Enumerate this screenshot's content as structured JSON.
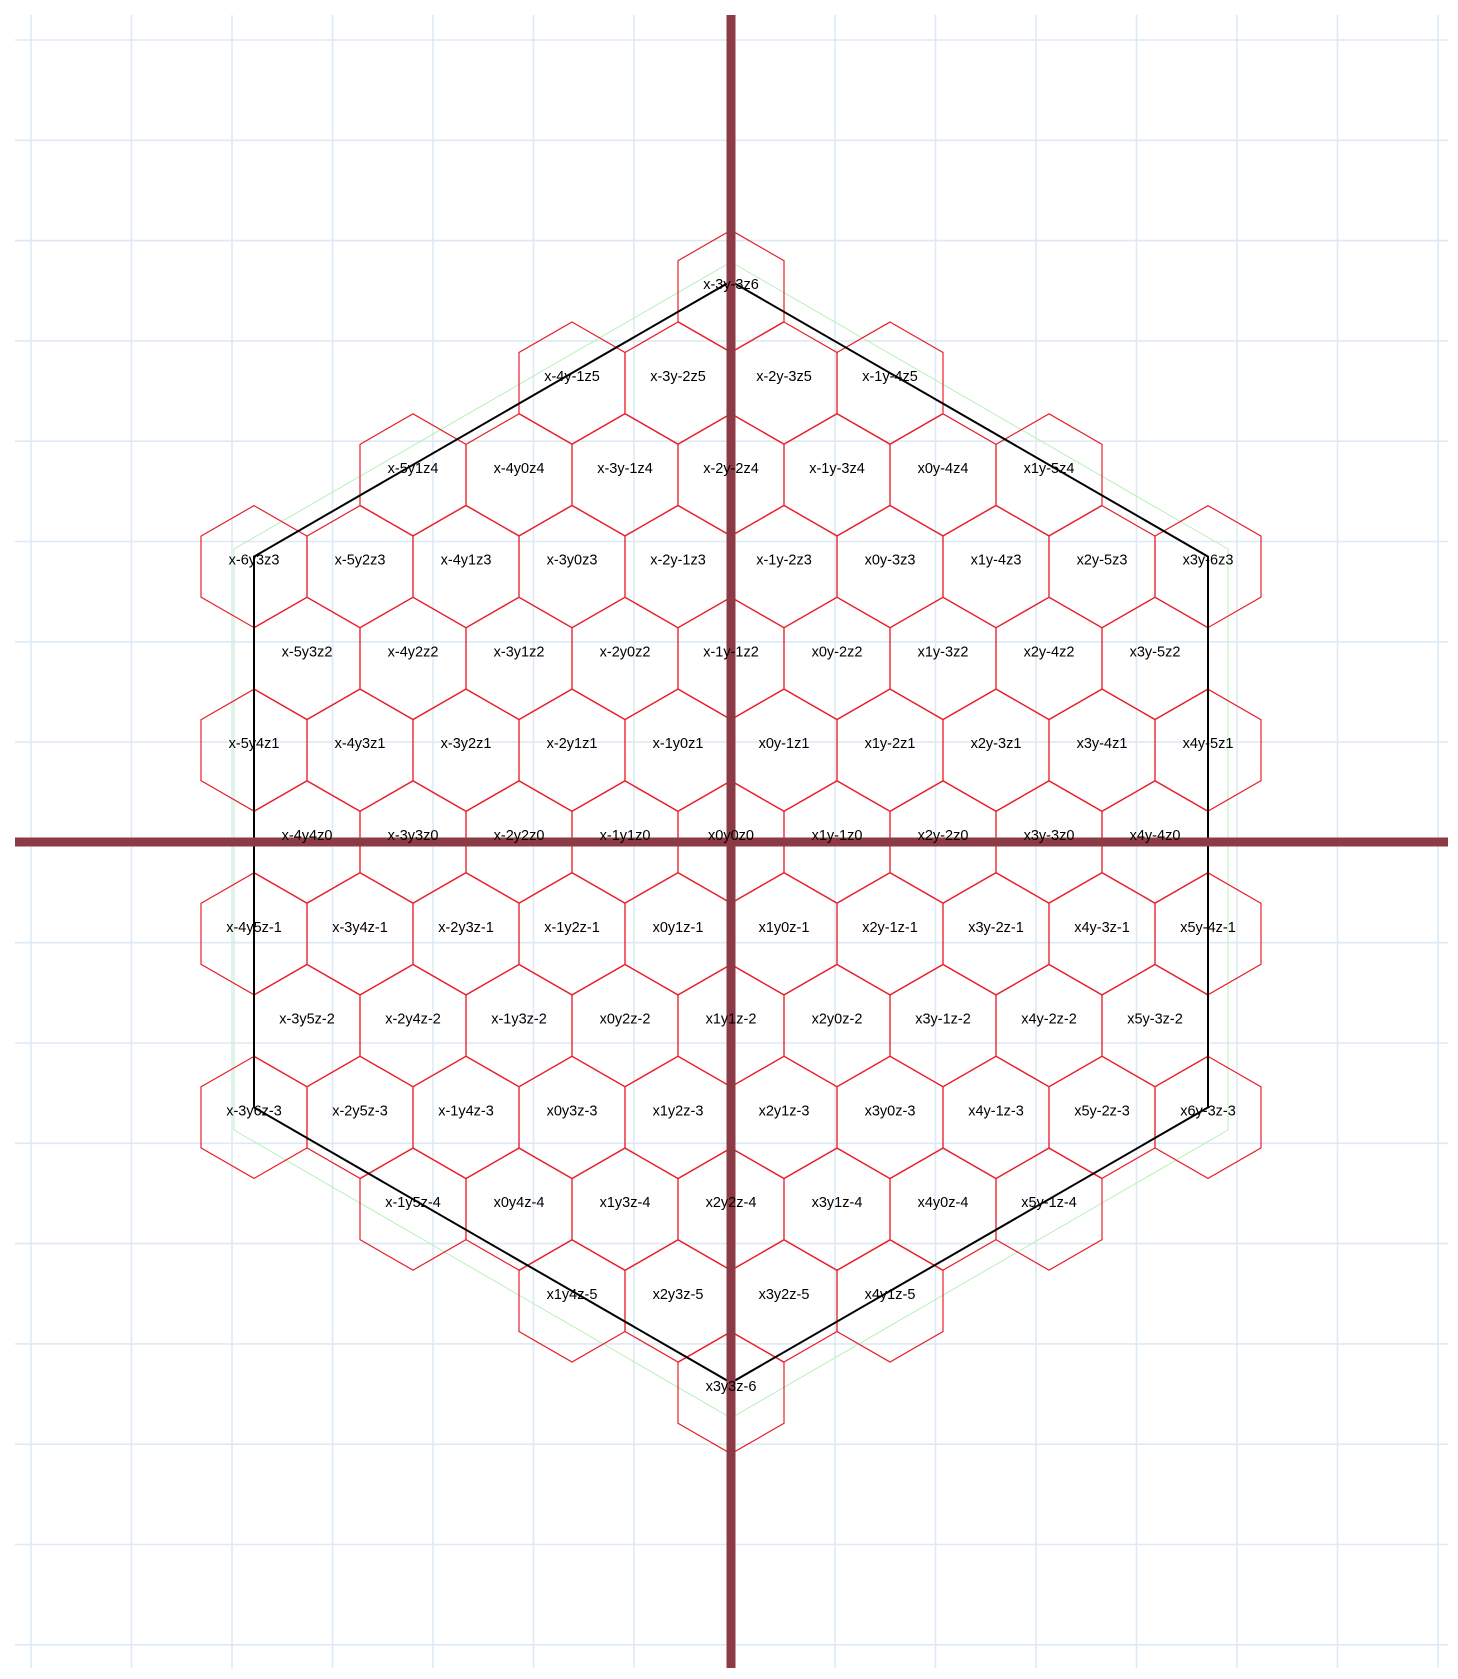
{
  "colors": {
    "background": "#ffffff",
    "grid": "#dde9f5",
    "axes": "#8b3a46",
    "hex_outline": "#e8202a",
    "region_outline": "#000000",
    "inner_guide": "#b8f0b8"
  },
  "hex_grid": {
    "coordinate_system": "cube",
    "radius": 6,
    "label_format": "x{x}y{y}z{z}",
    "cells": [
      {
        "x": -3,
        "y": -3,
        "z": 6,
        "label": "x-3y-3z6"
      },
      {
        "x": -4,
        "y": -1,
        "z": 5,
        "label": "x-4y-1z5"
      },
      {
        "x": -3,
        "y": -2,
        "z": 5,
        "label": "x-3y-2z5"
      },
      {
        "x": -2,
        "y": -3,
        "z": 5,
        "label": "x-2y-3z5"
      },
      {
        "x": -1,
        "y": -4,
        "z": 5,
        "label": "x-1y-4z5"
      },
      {
        "x": -5,
        "y": 1,
        "z": 4,
        "label": "x-5y1z4"
      },
      {
        "x": -4,
        "y": 0,
        "z": 4,
        "label": "x-4y0z4"
      },
      {
        "x": -3,
        "y": -1,
        "z": 4,
        "label": "x-3y-1z4"
      },
      {
        "x": -2,
        "y": -2,
        "z": 4,
        "label": "x-2y-2z4"
      },
      {
        "x": -1,
        "y": -3,
        "z": 4,
        "label": "x-1y-3z4"
      },
      {
        "x": 0,
        "y": -4,
        "z": 4,
        "label": "x0y-4z4"
      },
      {
        "x": 1,
        "y": -5,
        "z": 4,
        "label": "x1y-5z4"
      },
      {
        "x": -6,
        "y": 3,
        "z": 3,
        "label": "x-6y3z3"
      },
      {
        "x": -5,
        "y": 2,
        "z": 3,
        "label": "x-5y2z3"
      },
      {
        "x": -4,
        "y": 1,
        "z": 3,
        "label": "x-4y1z3"
      },
      {
        "x": -3,
        "y": 0,
        "z": 3,
        "label": "x-3y0z3"
      },
      {
        "x": -2,
        "y": -1,
        "z": 3,
        "label": "x-2y-1z3"
      },
      {
        "x": -1,
        "y": -2,
        "z": 3,
        "label": "x-1y-2z3"
      },
      {
        "x": 0,
        "y": -3,
        "z": 3,
        "label": "x0y-3z3"
      },
      {
        "x": 1,
        "y": -4,
        "z": 3,
        "label": "x1y-4z3"
      },
      {
        "x": 2,
        "y": -5,
        "z": 3,
        "label": "x2y-5z3"
      },
      {
        "x": 3,
        "y": -6,
        "z": 3,
        "label": "x3y-6z3"
      },
      {
        "x": -5,
        "y": 3,
        "z": 2,
        "label": "x-5y3z2"
      },
      {
        "x": -4,
        "y": 2,
        "z": 2,
        "label": "x-4y2z2"
      },
      {
        "x": -3,
        "y": 1,
        "z": 2,
        "label": "x-3y1z2"
      },
      {
        "x": -2,
        "y": 0,
        "z": 2,
        "label": "x-2y0z2"
      },
      {
        "x": -1,
        "y": -1,
        "z": 2,
        "label": "x-1y-1z2"
      },
      {
        "x": 0,
        "y": -2,
        "z": 2,
        "label": "x0y-2z2"
      },
      {
        "x": 1,
        "y": -3,
        "z": 2,
        "label": "x1y-3z2"
      },
      {
        "x": 2,
        "y": -4,
        "z": 2,
        "label": "x2y-4z2"
      },
      {
        "x": 3,
        "y": -5,
        "z": 2,
        "label": "x3y-5z2"
      },
      {
        "x": -5,
        "y": 4,
        "z": 1,
        "label": "x-5y4z1"
      },
      {
        "x": -4,
        "y": 3,
        "z": 1,
        "label": "x-4y3z1"
      },
      {
        "x": -3,
        "y": 2,
        "z": 1,
        "label": "x-3y2z1"
      },
      {
        "x": -2,
        "y": 1,
        "z": 1,
        "label": "x-2y1z1"
      },
      {
        "x": -1,
        "y": 0,
        "z": 1,
        "label": "x-1y0z1"
      },
      {
        "x": 0,
        "y": -1,
        "z": 1,
        "label": "x0y-1z1"
      },
      {
        "x": 1,
        "y": -2,
        "z": 1,
        "label": "x1y-2z1"
      },
      {
        "x": 2,
        "y": -3,
        "z": 1,
        "label": "x2y-3z1"
      },
      {
        "x": 3,
        "y": -4,
        "z": 1,
        "label": "x3y-4z1"
      },
      {
        "x": 4,
        "y": -5,
        "z": 1,
        "label": "x4y-5z1"
      },
      {
        "x": -4,
        "y": 4,
        "z": 0,
        "label": "x-4y4z0"
      },
      {
        "x": -3,
        "y": 3,
        "z": 0,
        "label": "x-3y3z0"
      },
      {
        "x": -2,
        "y": 2,
        "z": 0,
        "label": "x-2y2z0"
      },
      {
        "x": -1,
        "y": 1,
        "z": 0,
        "label": "x-1y1z0"
      },
      {
        "x": 0,
        "y": 0,
        "z": 0,
        "label": "x0y0z0"
      },
      {
        "x": 1,
        "y": -1,
        "z": 0,
        "label": "x1y-1z0"
      },
      {
        "x": 2,
        "y": -2,
        "z": 0,
        "label": "x2y-2z0"
      },
      {
        "x": 3,
        "y": -3,
        "z": 0,
        "label": "x3y-3z0"
      },
      {
        "x": 4,
        "y": -4,
        "z": 0,
        "label": "x4y-4z0"
      },
      {
        "x": -4,
        "y": 5,
        "z": -1,
        "label": "x-4y5z-1"
      },
      {
        "x": -3,
        "y": 4,
        "z": -1,
        "label": "x-3y4z-1"
      },
      {
        "x": -2,
        "y": 3,
        "z": -1,
        "label": "x-2y3z-1"
      },
      {
        "x": -1,
        "y": 2,
        "z": -1,
        "label": "x-1y2z-1"
      },
      {
        "x": 0,
        "y": 1,
        "z": -1,
        "label": "x0y1z-1"
      },
      {
        "x": 1,
        "y": 0,
        "z": -1,
        "label": "x1y0z-1"
      },
      {
        "x": 2,
        "y": -1,
        "z": -1,
        "label": "x2y-1z-1"
      },
      {
        "x": 3,
        "y": -2,
        "z": -1,
        "label": "x3y-2z-1"
      },
      {
        "x": 4,
        "y": -3,
        "z": -1,
        "label": "x4y-3z-1"
      },
      {
        "x": 5,
        "y": -4,
        "z": -1,
        "label": "x5y-4z-1"
      },
      {
        "x": -3,
        "y": 5,
        "z": -2,
        "label": "x-3y5z-2"
      },
      {
        "x": -2,
        "y": 4,
        "z": -2,
        "label": "x-2y4z-2"
      },
      {
        "x": -1,
        "y": 3,
        "z": -2,
        "label": "x-1y3z-2"
      },
      {
        "x": 0,
        "y": 2,
        "z": -2,
        "label": "x0y2z-2"
      },
      {
        "x": 1,
        "y": 1,
        "z": -2,
        "label": "x1y1z-2"
      },
      {
        "x": 2,
        "y": 0,
        "z": -2,
        "label": "x2y0z-2"
      },
      {
        "x": 3,
        "y": -1,
        "z": -2,
        "label": "x3y-1z-2"
      },
      {
        "x": 4,
        "y": -2,
        "z": -2,
        "label": "x4y-2z-2"
      },
      {
        "x": 5,
        "y": -3,
        "z": -2,
        "label": "x5y-3z-2"
      },
      {
        "x": -3,
        "y": 6,
        "z": -3,
        "label": "x-3y6z-3"
      },
      {
        "x": -2,
        "y": 5,
        "z": -3,
        "label": "x-2y5z-3"
      },
      {
        "x": -1,
        "y": 4,
        "z": -3,
        "label": "x-1y4z-3"
      },
      {
        "x": 0,
        "y": 3,
        "z": -3,
        "label": "x0y3z-3"
      },
      {
        "x": 1,
        "y": 2,
        "z": -3,
        "label": "x1y2z-3"
      },
      {
        "x": 2,
        "y": 1,
        "z": -3,
        "label": "x2y1z-3"
      },
      {
        "x": 3,
        "y": 0,
        "z": -3,
        "label": "x3y0z-3"
      },
      {
        "x": 4,
        "y": -1,
        "z": -3,
        "label": "x4y-1z-3"
      },
      {
        "x": 5,
        "y": -2,
        "z": -3,
        "label": "x5y-2z-3"
      },
      {
        "x": 6,
        "y": -3,
        "z": -3,
        "label": "x6y-3z-3"
      },
      {
        "x": -1,
        "y": 5,
        "z": -4,
        "label": "x-1y5z-4"
      },
      {
        "x": 0,
        "y": 4,
        "z": -4,
        "label": "x0y4z-4"
      },
      {
        "x": 1,
        "y": 3,
        "z": -4,
        "label": "x1y3z-4"
      },
      {
        "x": 2,
        "y": 2,
        "z": -4,
        "label": "x2y2z-4"
      },
      {
        "x": 3,
        "y": 1,
        "z": -4,
        "label": "x3y1z-4"
      },
      {
        "x": 4,
        "y": 0,
        "z": -4,
        "label": "x4y0z-4"
      },
      {
        "x": 5,
        "y": -1,
        "z": -4,
        "label": "x5y-1z-4"
      },
      {
        "x": 1,
        "y": 4,
        "z": -5,
        "label": "x1y4z-5"
      },
      {
        "x": 2,
        "y": 3,
        "z": -5,
        "label": "x2y3z-5"
      },
      {
        "x": 3,
        "y": 2,
        "z": -5,
        "label": "x3y2z-5"
      },
      {
        "x": 4,
        "y": 1,
        "z": -5,
        "label": "x4y1z-5"
      },
      {
        "x": 3,
        "y": 3,
        "z": -6,
        "label": "x3y3z-6"
      }
    ]
  }
}
